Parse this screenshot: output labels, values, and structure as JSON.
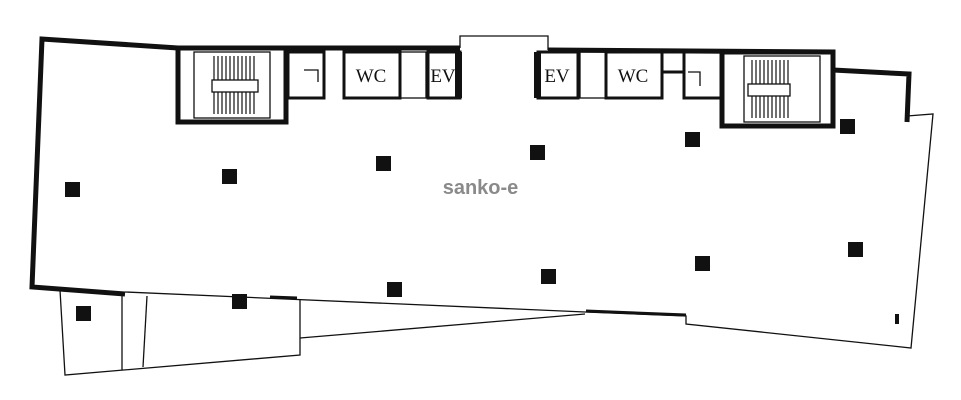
{
  "rooms": {
    "wc_left": "WC",
    "ev_left": "EV",
    "ev_right": "EV",
    "wc_right": "WC"
  },
  "watermark": "sanko-e",
  "colors": {
    "line": "#111111",
    "background": "#ffffff",
    "watermark": "#8a8a8a"
  }
}
